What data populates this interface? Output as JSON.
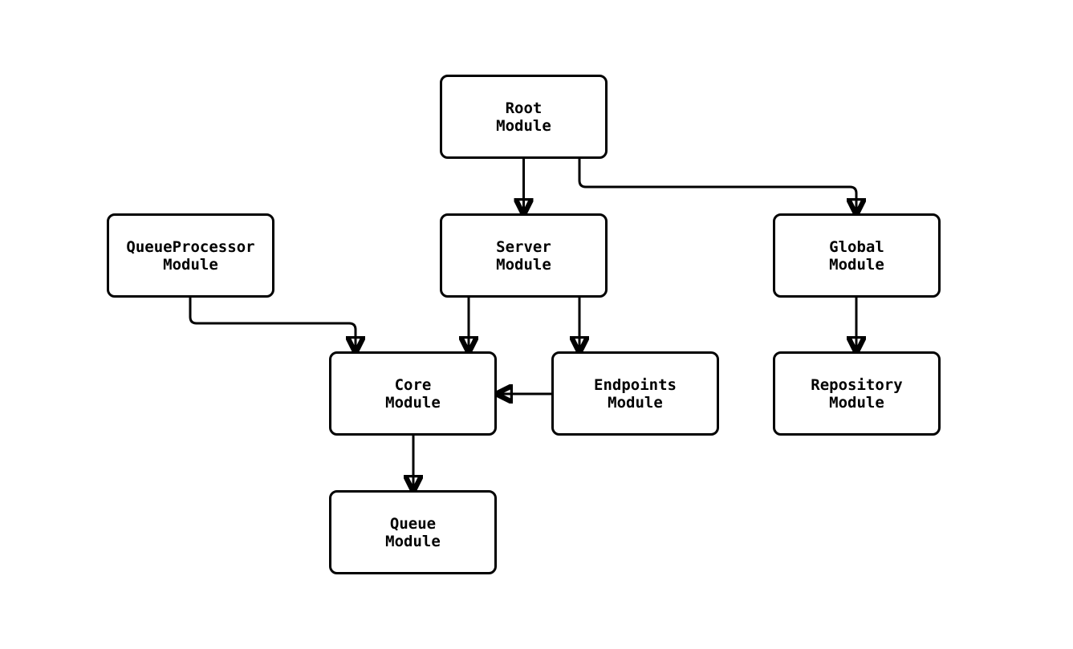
{
  "diagram": {
    "type": "module-dependency-flowchart",
    "background_color": "#ffffff",
    "stroke_color": "#000000",
    "nodes": [
      {
        "id": "root",
        "label": "Root\nModule"
      },
      {
        "id": "queueprocessor",
        "label": "QueueProcessor\nModule"
      },
      {
        "id": "server",
        "label": "Server\nModule"
      },
      {
        "id": "global",
        "label": "Global\nModule"
      },
      {
        "id": "core",
        "label": "Core\nModule"
      },
      {
        "id": "endpoints",
        "label": "Endpoints\nModule"
      },
      {
        "id": "repository",
        "label": "Repository\nModule"
      },
      {
        "id": "queue",
        "label": "Queue\nModule"
      }
    ],
    "edges": [
      {
        "from": "root",
        "to": "server"
      },
      {
        "from": "root",
        "to": "global"
      },
      {
        "from": "queueprocessor",
        "to": "core"
      },
      {
        "from": "server",
        "to": "core"
      },
      {
        "from": "server",
        "to": "endpoints"
      },
      {
        "from": "endpoints",
        "to": "core"
      },
      {
        "from": "core",
        "to": "queue"
      },
      {
        "from": "global",
        "to": "repository"
      }
    ]
  }
}
